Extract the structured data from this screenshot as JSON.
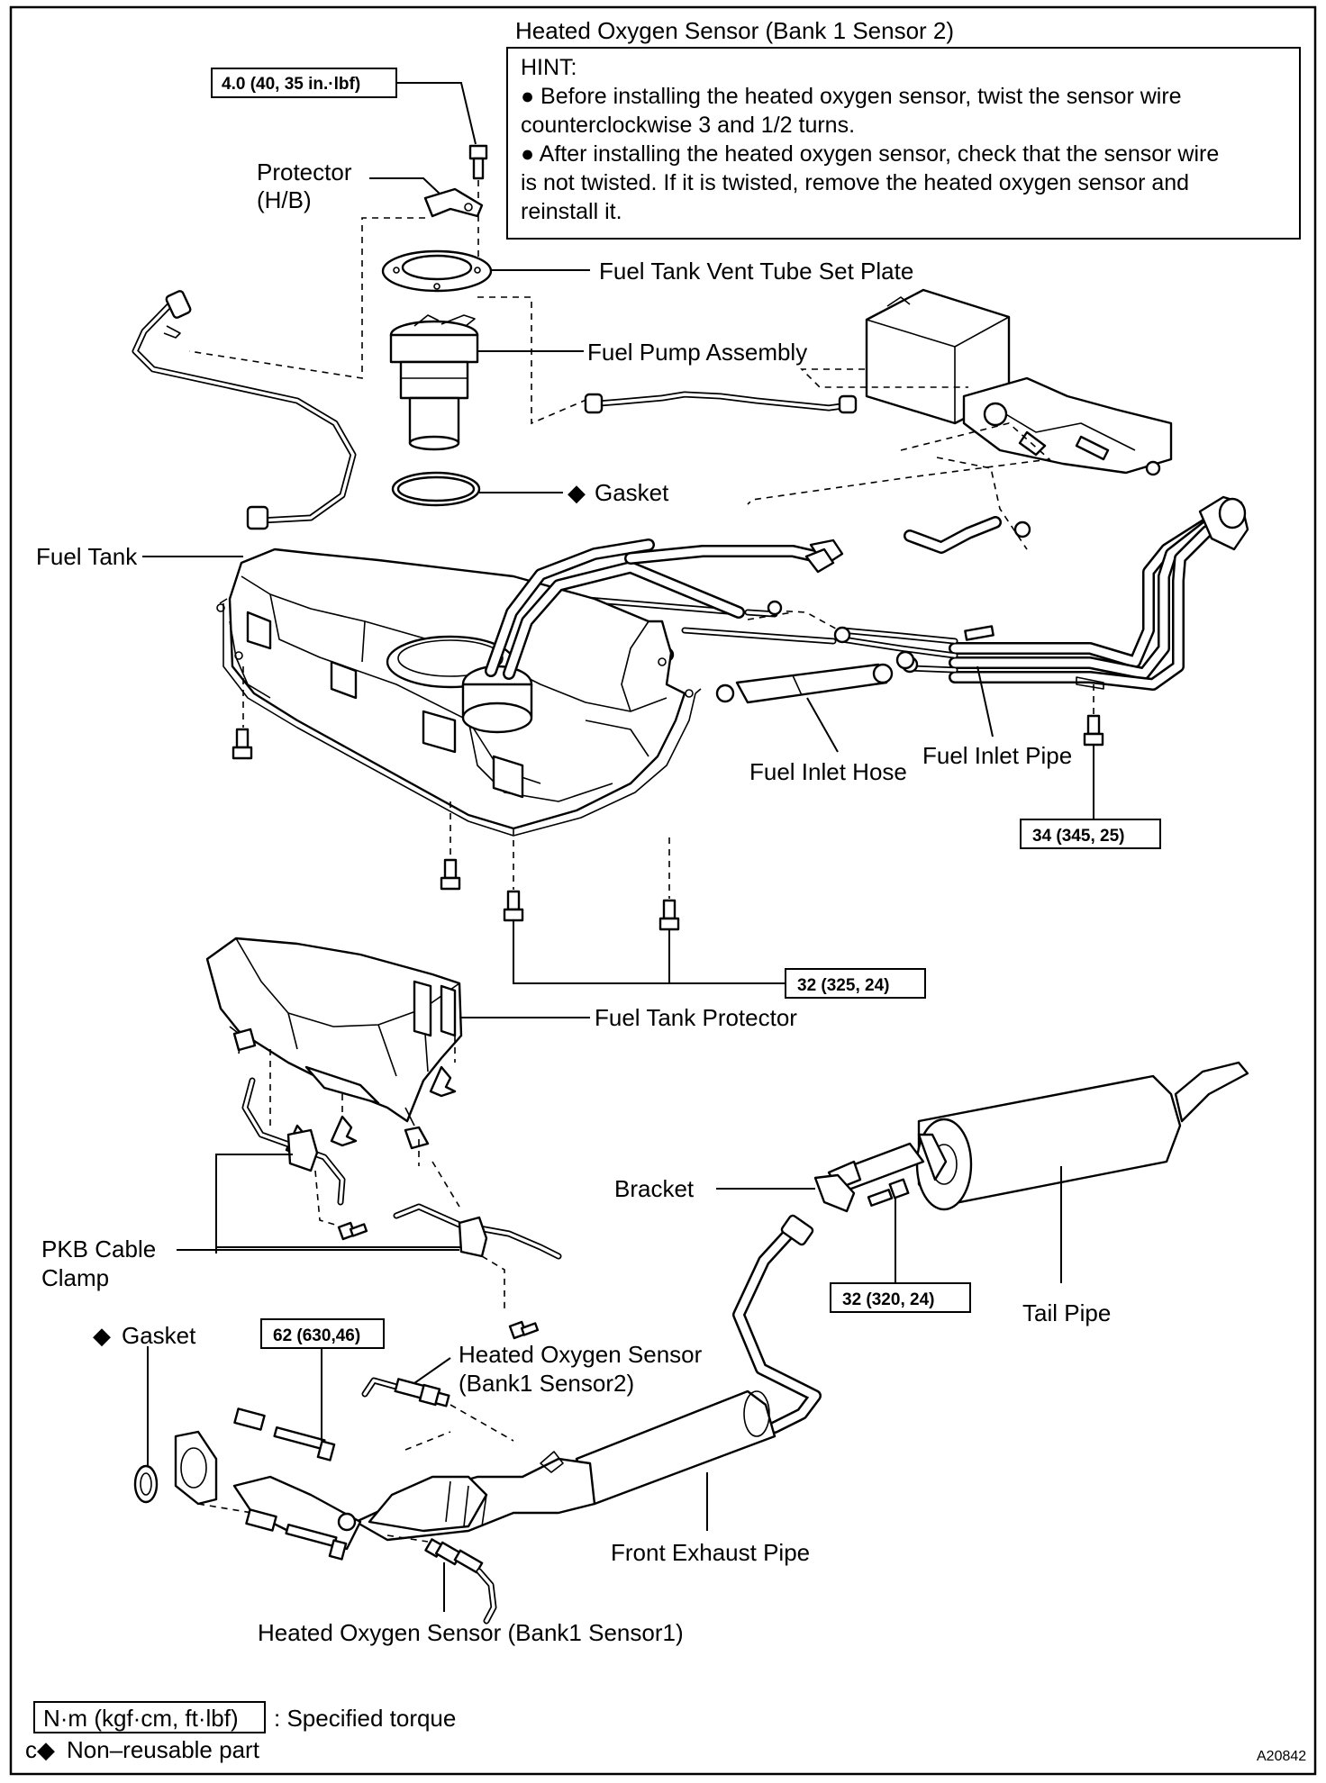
{
  "hint_box": {
    "title": "Heated Oxygen Sensor (Bank 1 Sensor 2)",
    "heading": "HINT:",
    "lines": [
      "● Before installing the heated oxygen sensor, twist the sensor wire",
      "counterclockwise 3 and 1/2 turns.",
      "● After installing the heated oxygen sensor, check that the sensor wire",
      "is not twisted. If it is twisted, remove the heated oxygen sensor and",
      "reinstall it."
    ]
  },
  "torques": {
    "protector_bolt": "4.0 (40, 35 in.·lbf)",
    "inlet_pipe_bolt": "34 (345, 25)",
    "tank_bolts": "32 (325, 24)",
    "bracket_bolt": "32 (320, 24)",
    "front_pipe_bolt": "62 (630,46)"
  },
  "labels": {
    "protector_line1": "Protector",
    "protector_line2": "(H/B)",
    "vent_plate": "Fuel Tank Vent Tube Set Plate",
    "fuel_pump": "Fuel Pump Assembly",
    "gasket_top": "Gasket",
    "fuel_tank": "Fuel Tank",
    "inlet_hose": "Fuel Inlet Hose",
    "inlet_pipe": "Fuel Inlet Pipe",
    "tank_protector": "Fuel Tank Protector",
    "bracket": "Bracket",
    "pkb_line1": "PKB  Cable",
    "pkb_line2": "Clamp",
    "tail_pipe": "Tail Pipe",
    "gasket_bottom": "Gasket",
    "ho2s_b1s2_line1": "Heated Oxygen Sensor",
    "ho2s_b1s2_line2": "(Bank1 Sensor2)",
    "front_pipe": "Front Exhaust Pipe",
    "ho2s_b1s1": "Heated Oxygen Sensor (Bank1 Sensor1)"
  },
  "legend": {
    "torque_unit": "N·m (kgf·cm, ft·lbf)",
    "torque_desc": ": Specified torque",
    "nonreusable_mark": "c◆",
    "nonreusable_desc": "Non–reusable part"
  },
  "figure_code": "A20842"
}
